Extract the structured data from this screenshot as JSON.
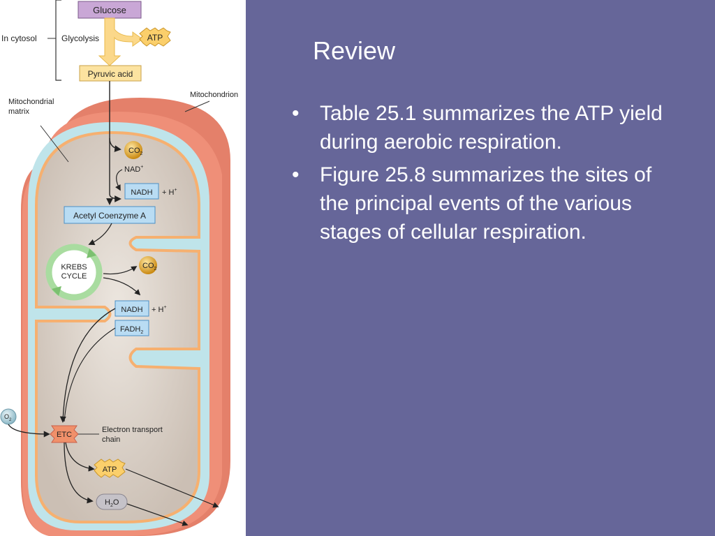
{
  "slide": {
    "title": "Review",
    "bullet_char": "•",
    "bullets": [
      "Table 25.1 summarizes the ATP yield during aerobic respiration.",
      "Figure 25.8 summarizes the sites of the principal events of the various stages of cellular respiration."
    ]
  },
  "figure": {
    "labels": {
      "glucose": "Glucose",
      "in_cytosol": "In cytosol",
      "glycolysis": "Glycolysis",
      "atp_top": "ATP",
      "pyruvic_acid": "Pyruvic acid",
      "mitochondrial_matrix_1": "Mitochondrial",
      "mitochondrial_matrix_2": "matrix",
      "mitochondrion": "Mitochondrion",
      "co2": "CO",
      "co2_sub": "2",
      "nad": "NAD",
      "nad_sup": "+",
      "nadh": "NADH",
      "plus_h": "+ H",
      "plus_h_sup": "+",
      "acetyl_coa": "Acetyl Coenzyme A",
      "krebs_1": "KREBS",
      "krebs_2": "CYCLE",
      "fadh": "FADH",
      "fadh_sub": "2",
      "o2": "O",
      "o2_sub": "2",
      "etc": "ETC",
      "etc_label_1": "Electron transport",
      "etc_label_2": "chain",
      "atp_bottom": "ATP",
      "h2o_h": "H",
      "h2o_sub": "2",
      "h2o_o": "O"
    },
    "colors": {
      "outer_membrane": "#e4806a",
      "outer_membrane_dark": "#c9604a",
      "intermembrane": "#bfe4ea",
      "inner_membrane": "#f6b070",
      "matrix": "#d8d0c8",
      "label_box": "#b9dcf3",
      "label_box_border": "#4a8fc6",
      "glucose_box": "#c9a7d6",
      "pyruvic_box": "#fce3a0",
      "atp_burst": "#fbcf6b",
      "co2_ball": "#e0a020",
      "krebs_ring": "#a9dca0",
      "etc_box": "#f0906a",
      "h2o_pill": "#c5c2c8",
      "arrow_yellow": "#fbd88a"
    }
  }
}
